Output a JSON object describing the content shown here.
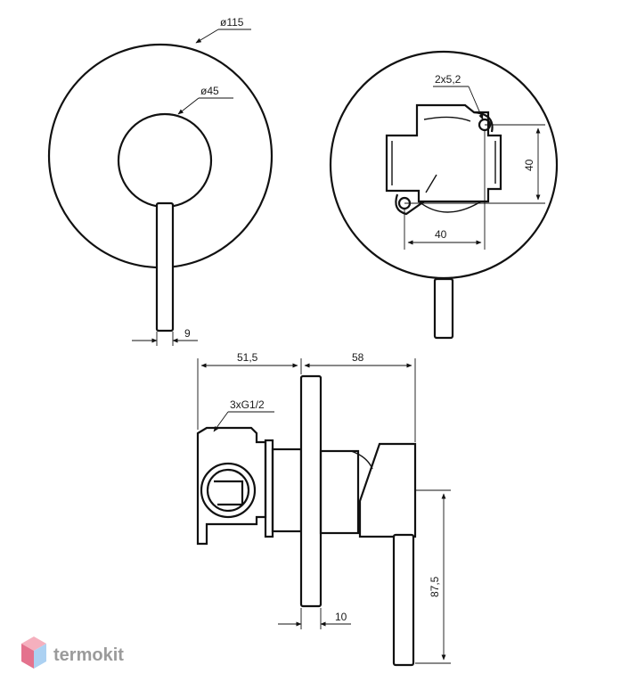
{
  "dimensions": {
    "plate_diameter": "ø115",
    "handle_diameter": "ø45",
    "lever_width": "9",
    "mount_holes": "2x5,2",
    "hole_spacing_vertical": "40",
    "hole_spacing_horizontal": "40",
    "body_depth": "51,5",
    "handle_depth": "58",
    "connections": "3xG1/2",
    "lever_length": "87,5",
    "plate_thickness": "10"
  },
  "watermark": {
    "brand": "termokit",
    "logo_colors": [
      "#f4a3b3",
      "#e05a7a",
      "#9ec9f0"
    ]
  }
}
